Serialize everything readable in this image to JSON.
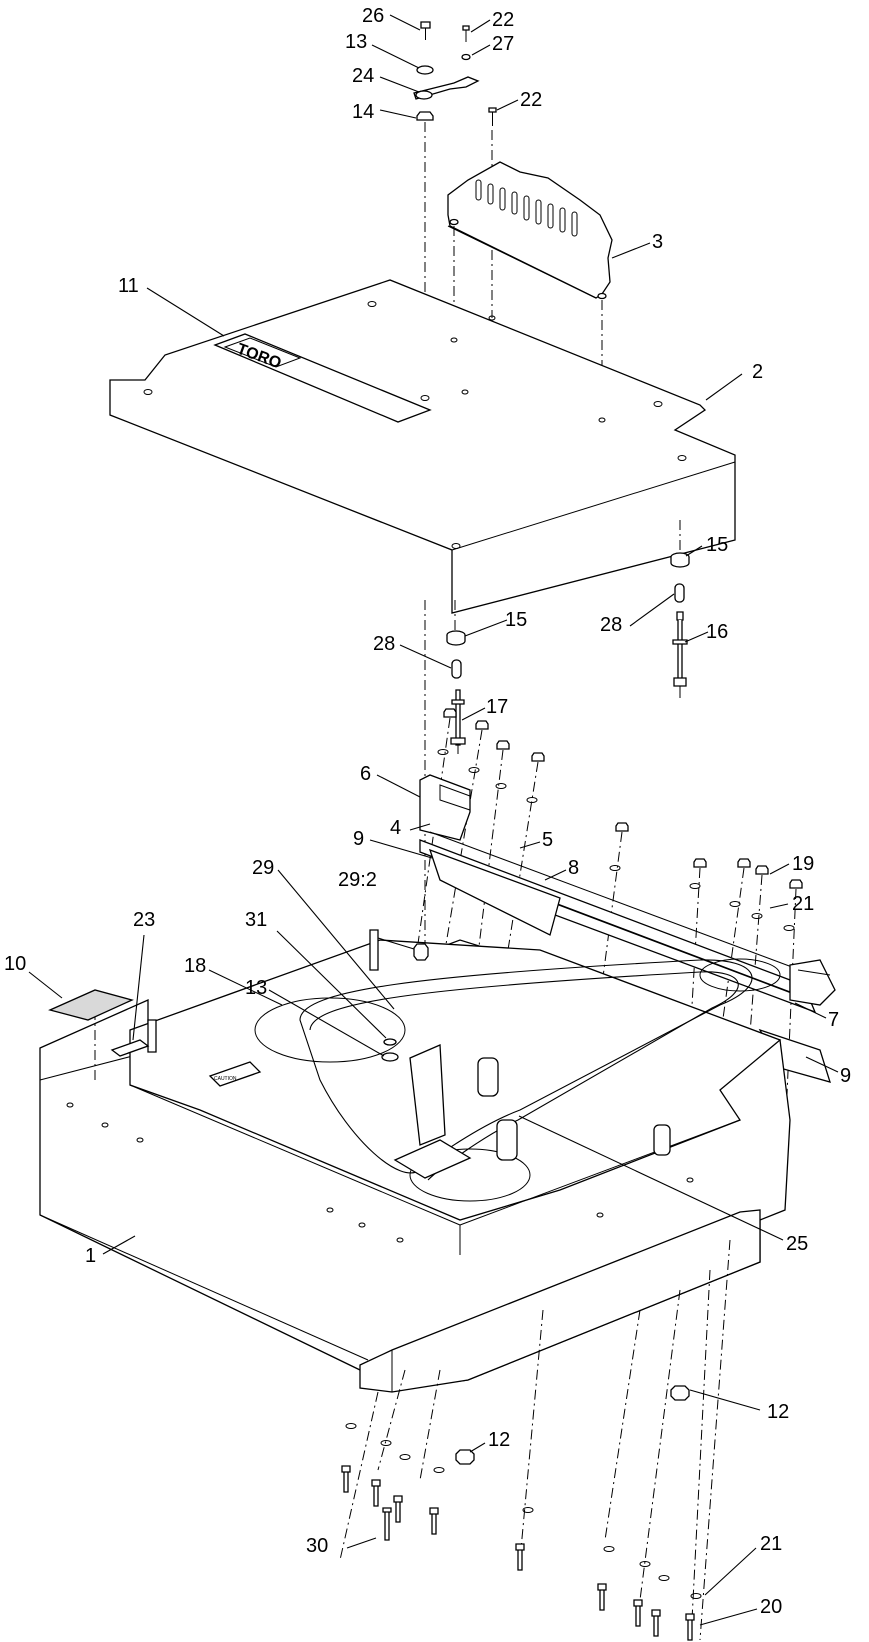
{
  "callouts": [
    {
      "id": "c26a",
      "text": "26"
    },
    {
      "id": "c22a",
      "text": "22"
    },
    {
      "id": "c13a",
      "text": "13"
    },
    {
      "id": "c27",
      "text": "27"
    },
    {
      "id": "c24",
      "text": "24"
    },
    {
      "id": "c22b",
      "text": "22"
    },
    {
      "id": "c14",
      "text": "14"
    },
    {
      "id": "c3",
      "text": "3"
    },
    {
      "id": "c11",
      "text": "11"
    },
    {
      "id": "c2",
      "text": "2"
    },
    {
      "id": "c15a",
      "text": "15"
    },
    {
      "id": "c28a",
      "text": "28"
    },
    {
      "id": "c16",
      "text": "16"
    },
    {
      "id": "c15b",
      "text": "15"
    },
    {
      "id": "c28b",
      "text": "28"
    },
    {
      "id": "c17",
      "text": "17"
    },
    {
      "id": "c6",
      "text": "6"
    },
    {
      "id": "c4",
      "text": "4"
    },
    {
      "id": "c5",
      "text": "5"
    },
    {
      "id": "c9a",
      "text": "9"
    },
    {
      "id": "c8",
      "text": "8"
    },
    {
      "id": "c29",
      "text": "29"
    },
    {
      "id": "c29_2",
      "text": "29:2"
    },
    {
      "id": "c19",
      "text": "19"
    },
    {
      "id": "c23",
      "text": "23"
    },
    {
      "id": "c31",
      "text": "31"
    },
    {
      "id": "c21a",
      "text": "21"
    },
    {
      "id": "c10",
      "text": "10"
    },
    {
      "id": "c18",
      "text": "18"
    },
    {
      "id": "c13b",
      "text": "13"
    },
    {
      "id": "c7",
      "text": "7"
    },
    {
      "id": "c9b",
      "text": "9"
    },
    {
      "id": "c25",
      "text": "25"
    },
    {
      "id": "c1",
      "text": "1"
    },
    {
      "id": "c12a",
      "text": "12"
    },
    {
      "id": "c12b",
      "text": "12"
    },
    {
      "id": "c30",
      "text": "30"
    },
    {
      "id": "c21b",
      "text": "21"
    },
    {
      "id": "c20",
      "text": "20"
    }
  ],
  "logo_text": "TORO",
  "decal_text": "CAUTION"
}
